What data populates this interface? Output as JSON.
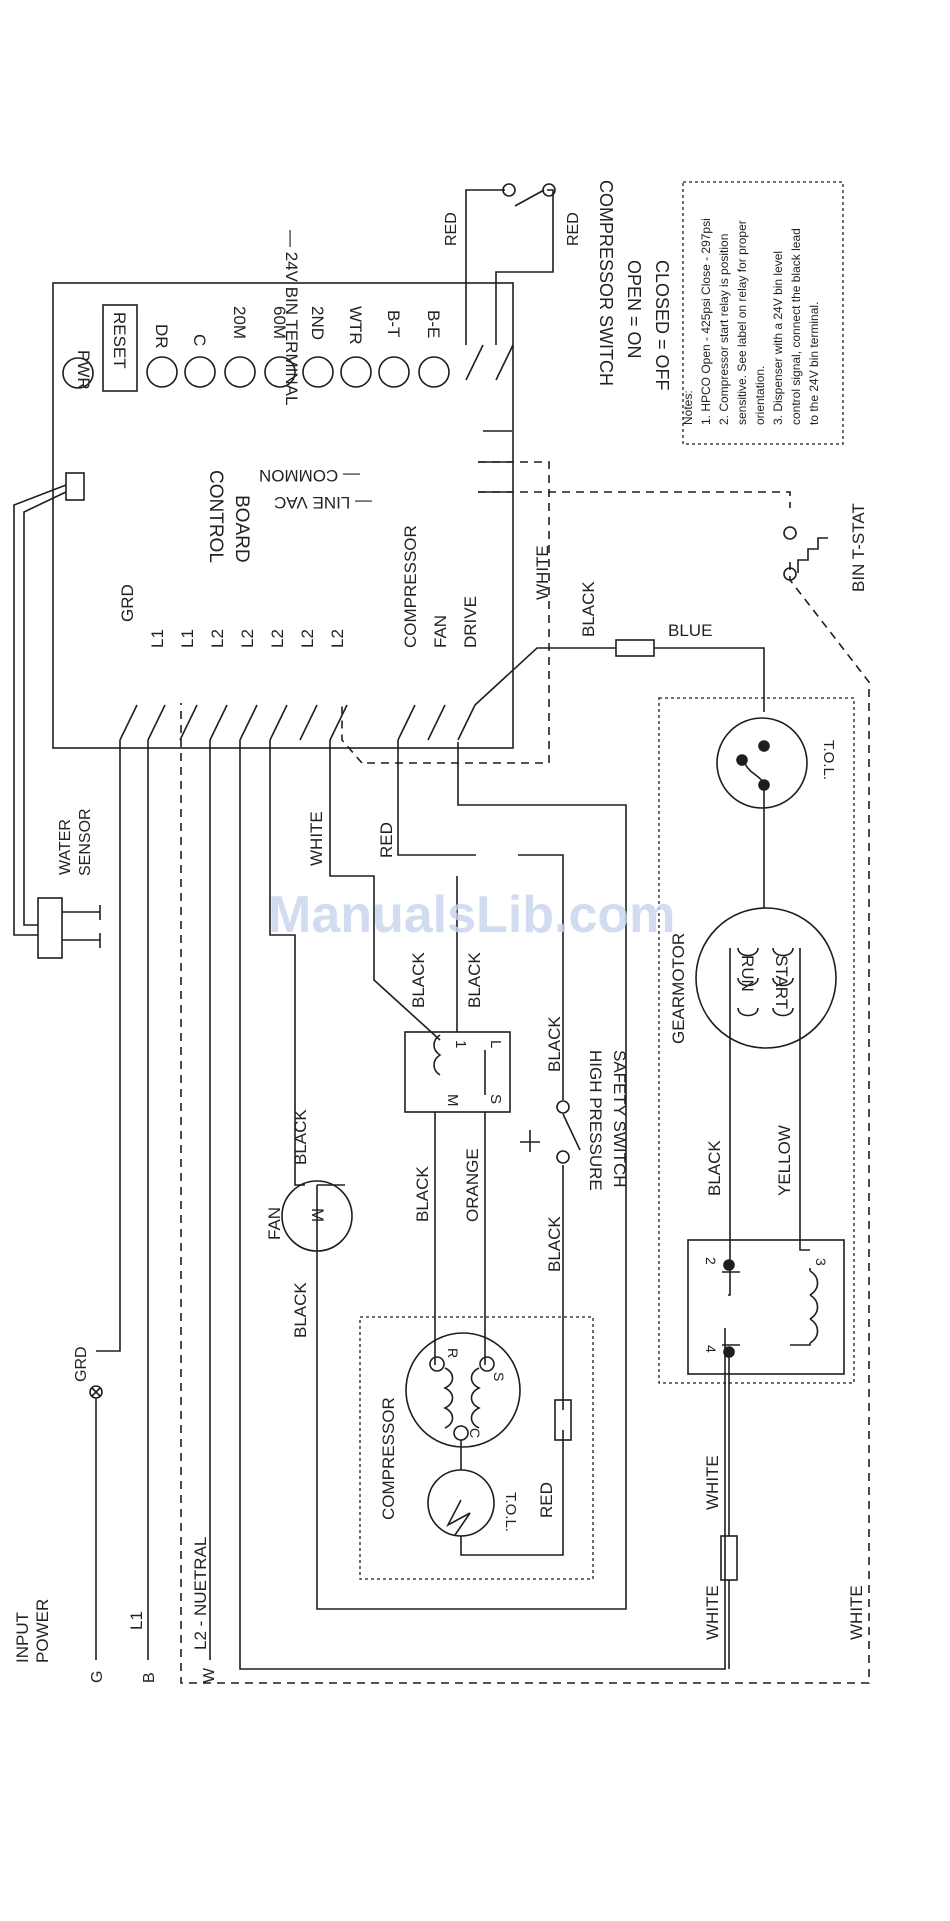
{
  "watermark": "ManualsLib.com",
  "control_board": {
    "title_line1": "CONTROL",
    "title_line2": "BOARD",
    "leds": [
      "PWR",
      "RESET",
      "DR",
      "C",
      "20M",
      "60M",
      "2ND",
      "WTR",
      "B-T",
      "B-E"
    ],
    "bin_terminal": "— 24V BIN TERMINAL",
    "common": "— COMMON",
    "line_vac": "— LINE VAC",
    "terminals": [
      "GRD",
      "L1",
      "L1",
      "L2",
      "L2",
      "L2",
      "L2",
      "L2",
      "COMPRESSOR",
      "FAN",
      "DRIVE"
    ]
  },
  "compressor_switch": {
    "title": "COMPRESSOR SWITCH",
    "open": "OPEN = ON",
    "closed": "CLOSED = OFF",
    "wire_left": "RED",
    "wire_right": "RED"
  },
  "notes": {
    "heading": "Notes:",
    "lines": [
      "1. HPCO Open - 425psi  Close - 297psi",
      "2. Compressor start relay is position",
      "sensitive. See label on relay for proper",
      "orientation.",
      "3. Dispenser with a 24V bin level",
      "control signal, connect the black lead",
      "to the 24V bin terminal."
    ]
  },
  "bin_tstat": "BIN T-STAT",
  "water_sensor": {
    "line1": "WATER",
    "line2": "SENSOR"
  },
  "wire_labels": {
    "white_top": "WHITE",
    "black_top": "BLACK",
    "blue": "BLUE",
    "white_l2": "WHITE",
    "red_comp": "RED",
    "black_relay1": "BLACK",
    "black_relay2": "BLACK",
    "black_hps": "BLACK",
    "black_fan_top": "BLACK",
    "black_relay_m": "BLACK",
    "orange": "ORANGE",
    "black_hps_low": "BLACK",
    "black_fan_bottom": "BLACK",
    "red_tol": "RED",
    "black_gear": "BLACK",
    "yellow": "YELLOW",
    "white_1": "WHITE",
    "white_2": "WHITE",
    "white_3": "WHITE"
  },
  "relay": {
    "t1": "1",
    "tL": "L",
    "tM": "M",
    "tS": "S"
  },
  "high_pressure": {
    "line1": "HIGH PRESSURE",
    "line2": "SAFETY SWITCH"
  },
  "fan": {
    "label": "FAN",
    "motor": "M"
  },
  "compressor": {
    "label": "COMPRESSOR",
    "tol": "T.O.L.",
    "r": "R",
    "s": "S",
    "c": "C"
  },
  "gearmotor": {
    "label": "GEARMOTOR",
    "run": "RUN",
    "start": "START",
    "tol": "T.O.L."
  },
  "start_relay": {
    "t2": "2",
    "t3": "3",
    "t4": "4"
  },
  "input_power": {
    "line1": "INPUT",
    "line2": "POWER",
    "grd": "GRD",
    "g": "G",
    "l1": "L1",
    "b": "B",
    "l2": "L2 - NUETRAL",
    "w": "W"
  },
  "colors": {
    "line": "#1e1e1e",
    "watermark": "#c5d3ee"
  }
}
